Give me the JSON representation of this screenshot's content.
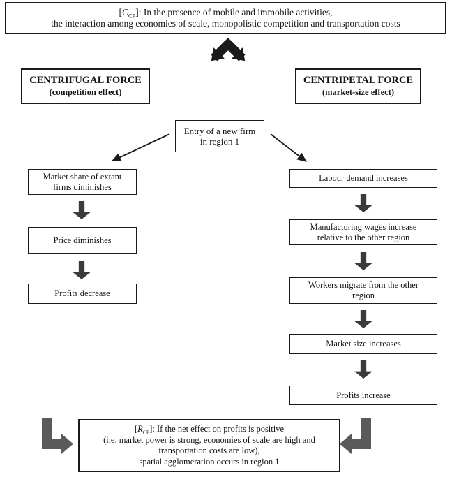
{
  "colors": {
    "background": "#ffffff",
    "box_border": "#1a1a1a",
    "text": "#151515",
    "chevron_arrow": "#1b1b1b",
    "block_arrow": "#3b3b3b",
    "elbow_arrow": "#5a5a5a"
  },
  "icons": {
    "split-down-arrow-icon": "thick chevron splitting to lower-left and lower-right",
    "down-block-arrow-icon": "⬇",
    "diagonal-left-arrow-icon": "↙",
    "diagonal-right-arrow-icon": "↘",
    "elbow-right-arrow-icon": "↳",
    "elbow-left-arrow-icon": "↲"
  },
  "premise_box": {
    "bracket": "[",
    "symbol": "C",
    "subscript": "CP",
    "after": "]: In the presence of mobile and immobile activities,",
    "line2": "the interaction among economies of scale, monopolistic competition and transportation costs"
  },
  "centrifugal_box": {
    "title": "CENTRIFUGAL FORCE",
    "subtitle": "(competition effect)"
  },
  "centripetal_box": {
    "title": "CENTRIPETAL FORCE",
    "subtitle": "(market-size effect)"
  },
  "entry_box": {
    "text": "Entry of a new firm\nin region 1"
  },
  "left_chain": {
    "steps": [
      "Market share of extant\nfirms diminishes",
      "Price diminishes",
      "Profits decrease"
    ]
  },
  "right_chain": {
    "steps": [
      "Labour demand increases",
      "Manufacturing wages increase\nrelative to the other region",
      "Workers migrate from the other\nregion",
      "Market size increases",
      "Profits increase"
    ]
  },
  "result_box": {
    "bracket": "[",
    "symbol": "R",
    "subscript": "CP",
    "after": "]: If the net effect on profits is positive",
    "line2": "(i.e. market power is strong, economies of scale are high and",
    "line3": "transportation costs are low),",
    "line4": "spatial agglomeration occurs in region 1"
  }
}
